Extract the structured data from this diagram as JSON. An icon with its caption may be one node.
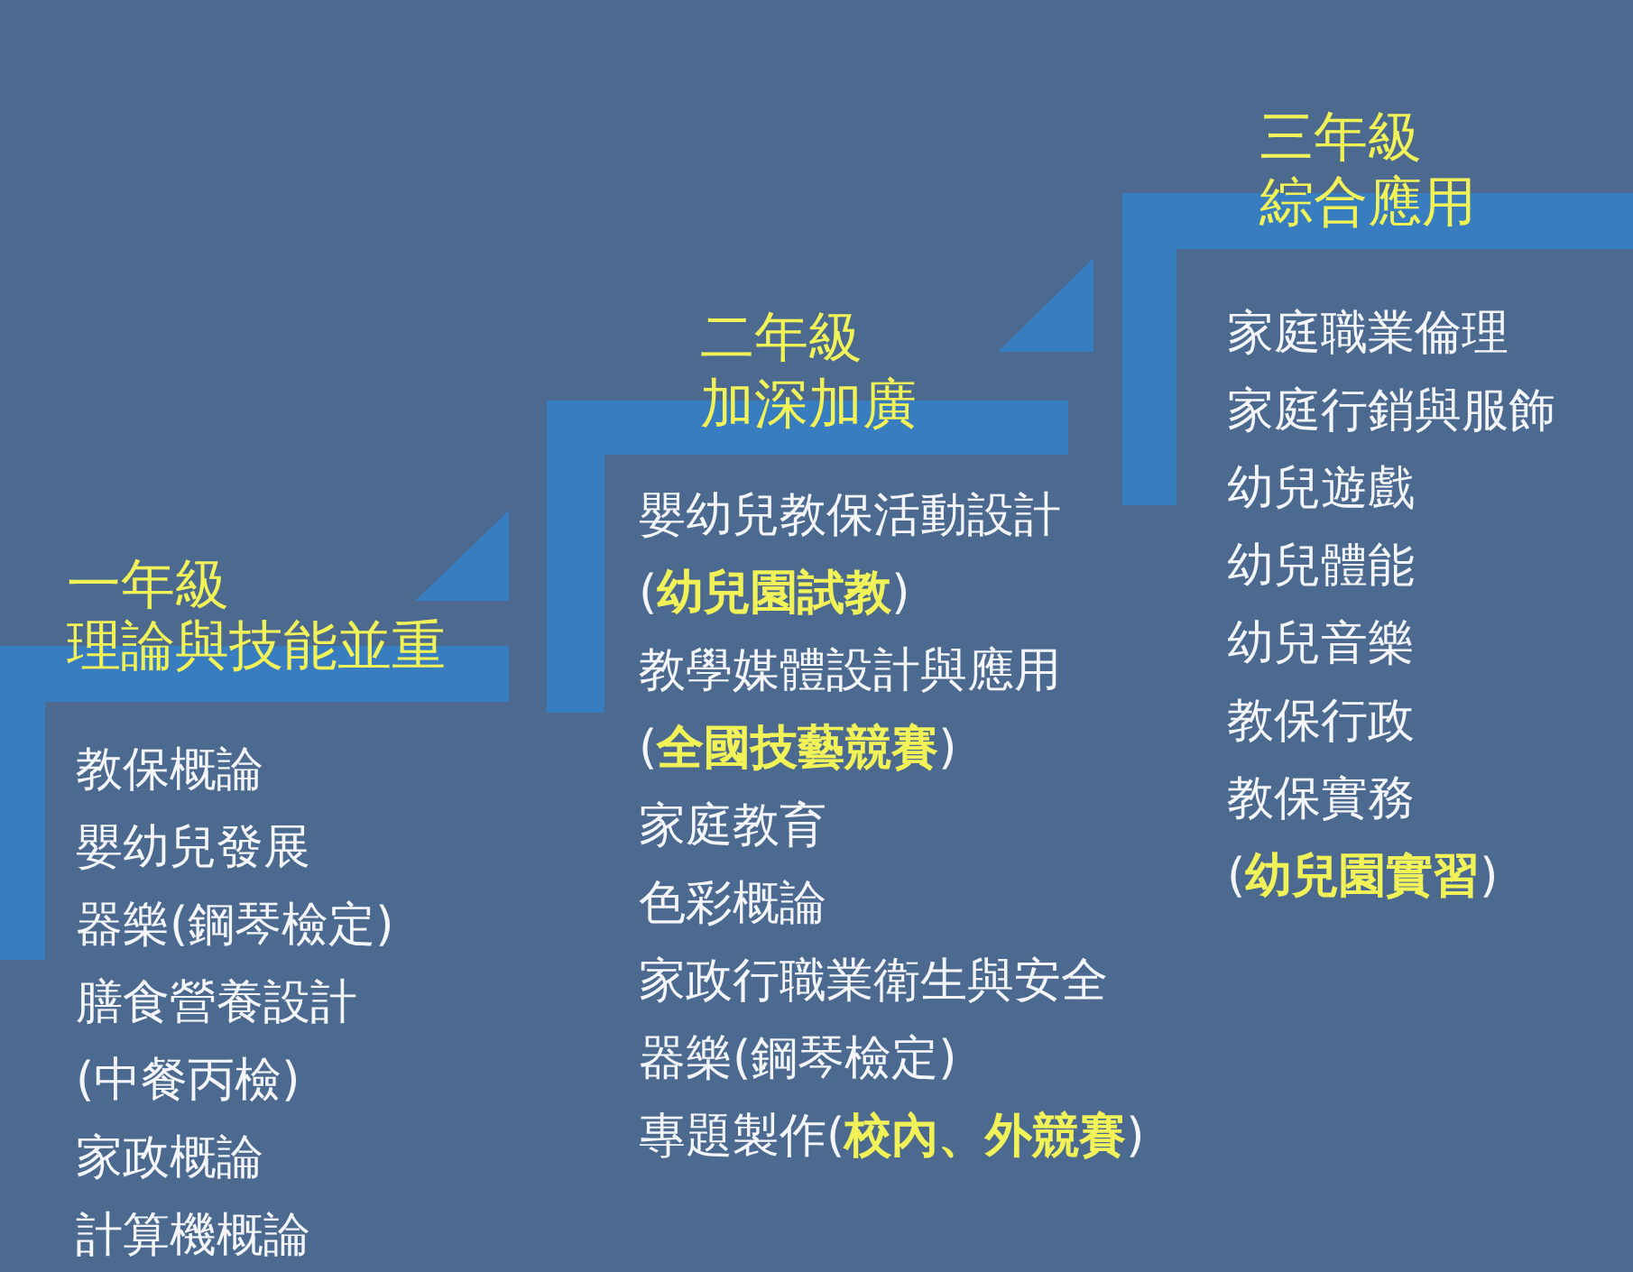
{
  "diagram": {
    "nodes": [
      {
        "text": [
          "一年級",
          "理論與技能並重"
        ]
      },
      {
        "text": [
          "二年級",
          "加深加廣"
        ]
      },
      {
        "text": [
          "三年級",
          "綜合應用"
        ]
      }
    ],
    "labels": [
      "教保概論",
      "嬰幼兒發展",
      "器樂(鋼琴檢定)",
      "膳食營養設計",
      "(中餐丙檢)",
      "家政概論",
      "計算機概論",
      "嬰幼兒教保活動設計",
      "(**幼兒園試教**)",
      "教學媒體設計與應用",
      "(**全國技藝競賽**)",
      "家庭教育",
      "色彩概論",
      "家政行職業衛生與安全",
      "器樂(鋼琴檢定)",
      "專題製作(**校內、外競賽**)",
      "家庭職業倫理",
      "家庭行銷與服飾",
      "幼兒遊戲",
      "幼兒體能",
      "幼兒音樂",
      "教保行政",
      "教保實務",
      "(**幼兒園實習**)"
    ]
  }
}
